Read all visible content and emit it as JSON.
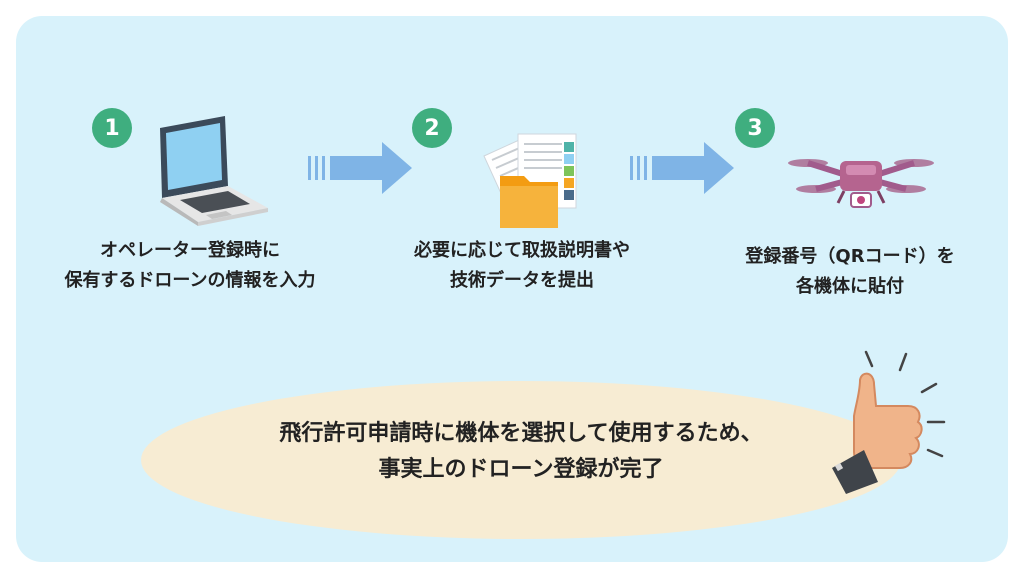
{
  "steps": [
    {
      "number": "1",
      "icon": "laptop-icon",
      "lines": [
        "オペレーター登録時に",
        "保有するドローンの情報を入力"
      ]
    },
    {
      "number": "2",
      "icon": "documents-folder-icon",
      "lines": [
        "必要に応じて取扱説明書や",
        "技術データを提出"
      ]
    },
    {
      "number": "3",
      "icon": "drone-icon",
      "lines": [
        "登録番号（QRコード）を",
        "各機体に貼付"
      ]
    }
  ],
  "summary": {
    "lines": [
      "飛行許可申請時に機体を選択して使用するため、",
      "事実上のドローン登録が完了"
    ],
    "icon": "thumbs-up-icon"
  },
  "colors": {
    "background": "#d8f2fb",
    "badge": "#3fae7f",
    "arrow": "#7fb4e6",
    "oval": "#f7ecd3",
    "text": "#222222"
  }
}
